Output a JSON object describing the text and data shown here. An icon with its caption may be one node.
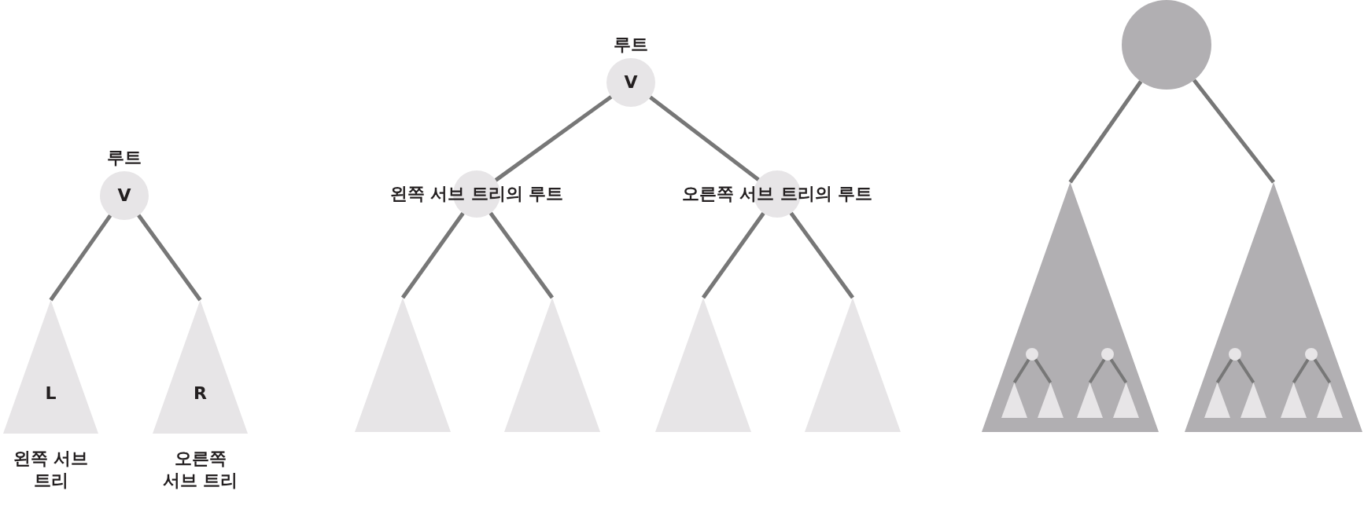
{
  "diagram": {
    "nodes": [
      {
        "text": [
          "V"
        ],
        "beside": [
          "루트"
        ]
      },
      {
        "text": [
          "L"
        ],
        "beside": [
          "왼쪽 서브 트리"
        ]
      },
      {
        "text": [
          "R"
        ],
        "beside": [
          "오른쪽 서브 트리"
        ]
      },
      {
        "text": [
          "V"
        ],
        "beside": [
          "루트"
        ]
      },
      {
        "text": [
          "왼쪽 서브 트리의 루트"
        ]
      },
      {
        "text": [
          "오른쪽 서브 트리의 루트"
        ]
      },
      {
        "text": [],
        "shape": "triangle"
      },
      {
        "text": [],
        "shape": "triangle"
      },
      {
        "text": [],
        "shape": "triangle"
      },
      {
        "text": [],
        "shape": "triangle"
      },
      {
        "text": [],
        "shape": "circle"
      },
      {
        "text": [],
        "shape": "triangle"
      },
      {
        "text": [],
        "shape": "circle",
        "in": 11
      },
      {
        "text": [],
        "shape": "triangle",
        "in": 11
      },
      {
        "text": [],
        "shape": "triangle",
        "in": 11
      },
      {
        "text": [],
        "shape": "circle",
        "in": 11
      },
      {
        "text": [],
        "shape": "triangle",
        "in": 11
      },
      {
        "text": [],
        "shape": "triangle",
        "in": 11
      },
      {
        "text": [],
        "shape": "triangle"
      },
      {
        "text": [],
        "shape": "circle",
        "in": 18
      },
      {
        "text": [],
        "shape": "triangle",
        "in": 18
      },
      {
        "text": [],
        "shape": "triangle",
        "in": 18
      },
      {
        "text": [],
        "shape": "circle",
        "in": 18
      },
      {
        "text": [],
        "shape": "triangle",
        "in": 18
      },
      {
        "text": [],
        "shape": "triangle",
        "in": 18
      }
    ],
    "edges": [
      {
        "from": 0,
        "to": 1,
        "arrow": "none"
      },
      {
        "from": 0,
        "to": 2,
        "arrow": "none"
      },
      {
        "from": 3,
        "to": 4,
        "arrow": "none"
      },
      {
        "from": 3,
        "to": 5,
        "arrow": "none"
      },
      {
        "from": 4,
        "to": 6,
        "arrow": "none"
      },
      {
        "from": 4,
        "to": 7,
        "arrow": "none"
      },
      {
        "from": 5,
        "to": 8,
        "arrow": "none"
      },
      {
        "from": 5,
        "to": 9,
        "arrow": "none"
      },
      {
        "from": 10,
        "to": 11,
        "arrow": "none"
      },
      {
        "from": 10,
        "to": 18,
        "arrow": "none"
      },
      {
        "from": 12,
        "to": 13,
        "arrow": "none"
      },
      {
        "from": 12,
        "to": 14,
        "arrow": "none"
      },
      {
        "from": 15,
        "to": 16,
        "arrow": "none"
      },
      {
        "from": 15,
        "to": 17,
        "arrow": "none"
      },
      {
        "from": 19,
        "to": 20,
        "arrow": "none"
      },
      {
        "from": 19,
        "to": 21,
        "arrow": "none"
      },
      {
        "from": 22,
        "to": 23,
        "arrow": "none"
      },
      {
        "from": 22,
        "to": 24,
        "arrow": "none"
      }
    ]
  }
}
